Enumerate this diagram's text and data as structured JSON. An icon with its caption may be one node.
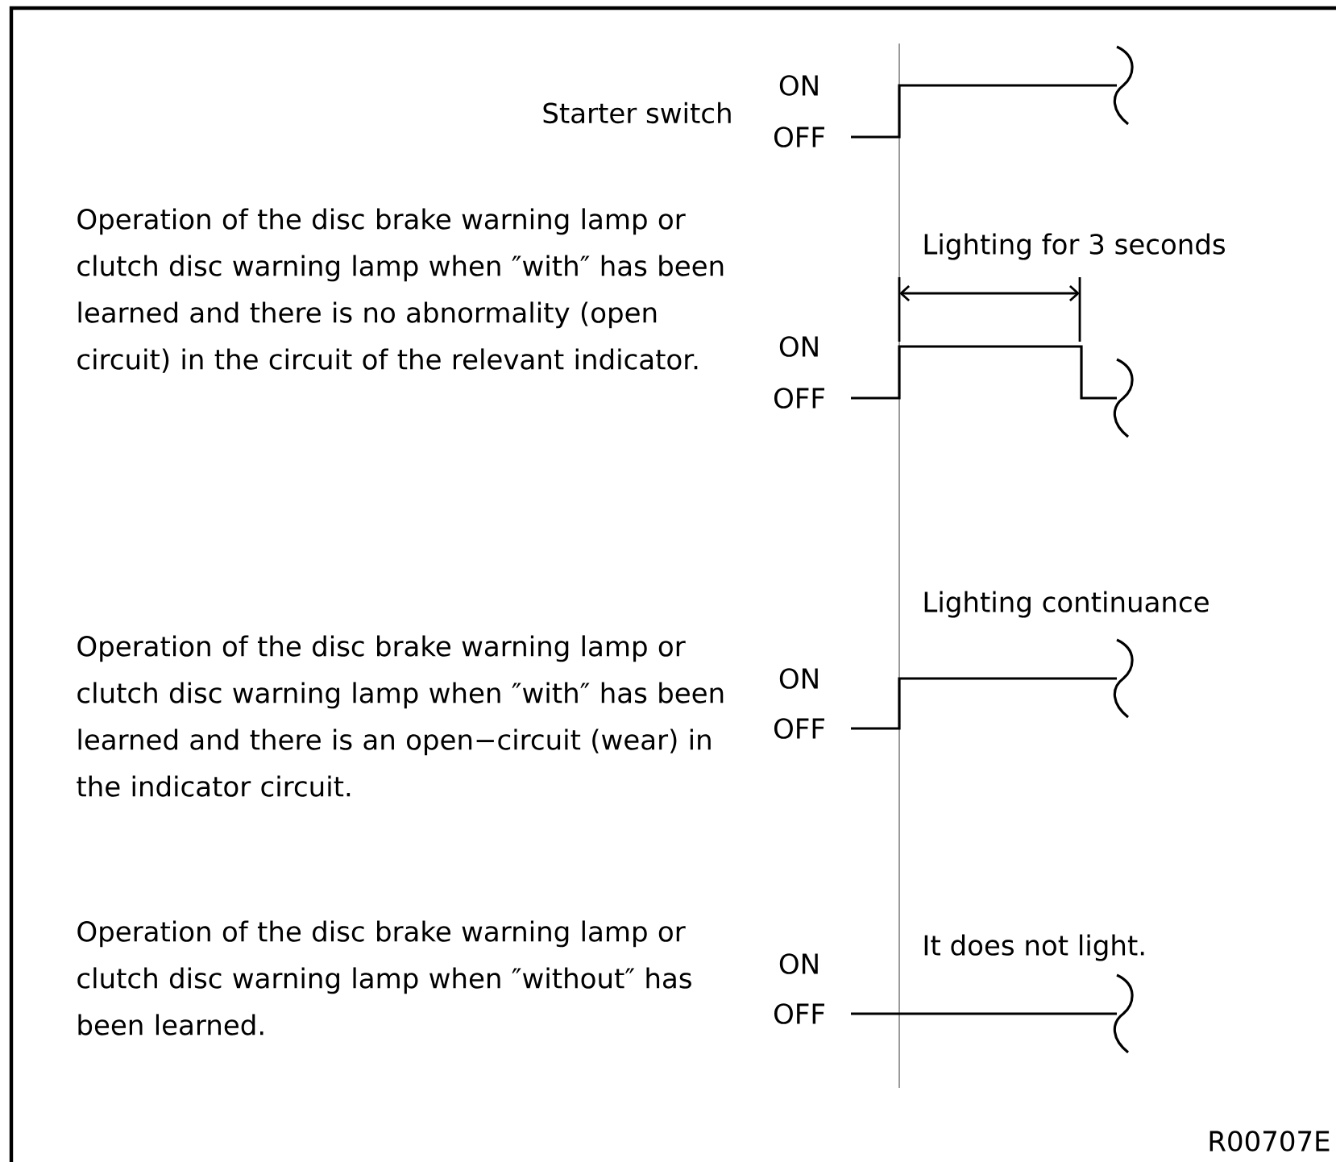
{
  "diagram": {
    "labels": [
      "Starter switch",
      "ON",
      "OFF",
      "Lighting for 3 seconds",
      "Operation of the disc brake warning lamp or clutch disc warning lamp when ″with″ has been learned and there is no abnormality (open circuit) in the circuit of the relevant indicator.",
      "ON",
      "OFF",
      "Lighting continuance",
      "Operation of the disc brake warning lamp or clutch disc warning lamp when ″with″ has been learned and there is an open−circuit (wear) in the indicator circuit.",
      "ON",
      "OFF",
      "Operation of the disc brake warning lamp or clutch disc warning lamp when ″without″ has been learned.",
      "ON",
      "OFF",
      "It does not light.",
      "R00707E"
    ]
  }
}
